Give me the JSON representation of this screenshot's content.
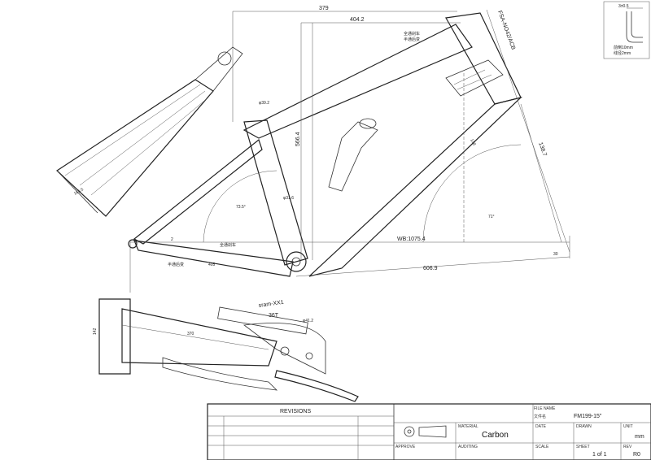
{
  "dimensions": {
    "top_tube_a": "379",
    "top_tube_b": "404.2",
    "seat_tube": "566.4",
    "head_tube": "138.7",
    "wheelbase": "WB:1075.4",
    "chainstay": "606.9",
    "stack_small": "138",
    "d_small_1": "φ39.2",
    "d_small_2": "φ31.6",
    "bb": "φ41.2",
    "angle_1": "73.5°",
    "angle_2": "71°",
    "dropout_offset": "2",
    "hub_spacing": "142",
    "rear_width": "370",
    "fork_len": "405",
    "seat_len": "165.5",
    "small_gap": "30"
  },
  "notes": {
    "headset": "FSA-NO42/ACB",
    "internal_routing_1": "全通刹车",
    "internal_routing_2": "半通后变",
    "internal_routing_3": "全通刹车",
    "internal_routing_4": "半通后变",
    "chainring": "sram-XX1",
    "chainring_teeth": "36T",
    "detail_dim": "3±0.5",
    "detail_note_1": "前倒10mm",
    "detail_note_2": "线径2mm"
  },
  "title_block": {
    "revisions_label": "REVISIONS",
    "file_name_label": "FILE NAME",
    "file_name_cn": "文件名",
    "file_name_value": "FM199-15\"",
    "material_label": "MATERIAL",
    "material_value": "Carbon",
    "date_label": "DATE",
    "drawn_label": "DRAWN",
    "unit_label": "UNIT",
    "unit_value": "mm",
    "approve_label": "APPROVE",
    "auditing_label": "AUDITING",
    "scale_label": "SCALE",
    "sheet_label": "SHEET",
    "sheet_value": "1 of 1",
    "rev_label": "REV",
    "rev_value": "R0"
  }
}
